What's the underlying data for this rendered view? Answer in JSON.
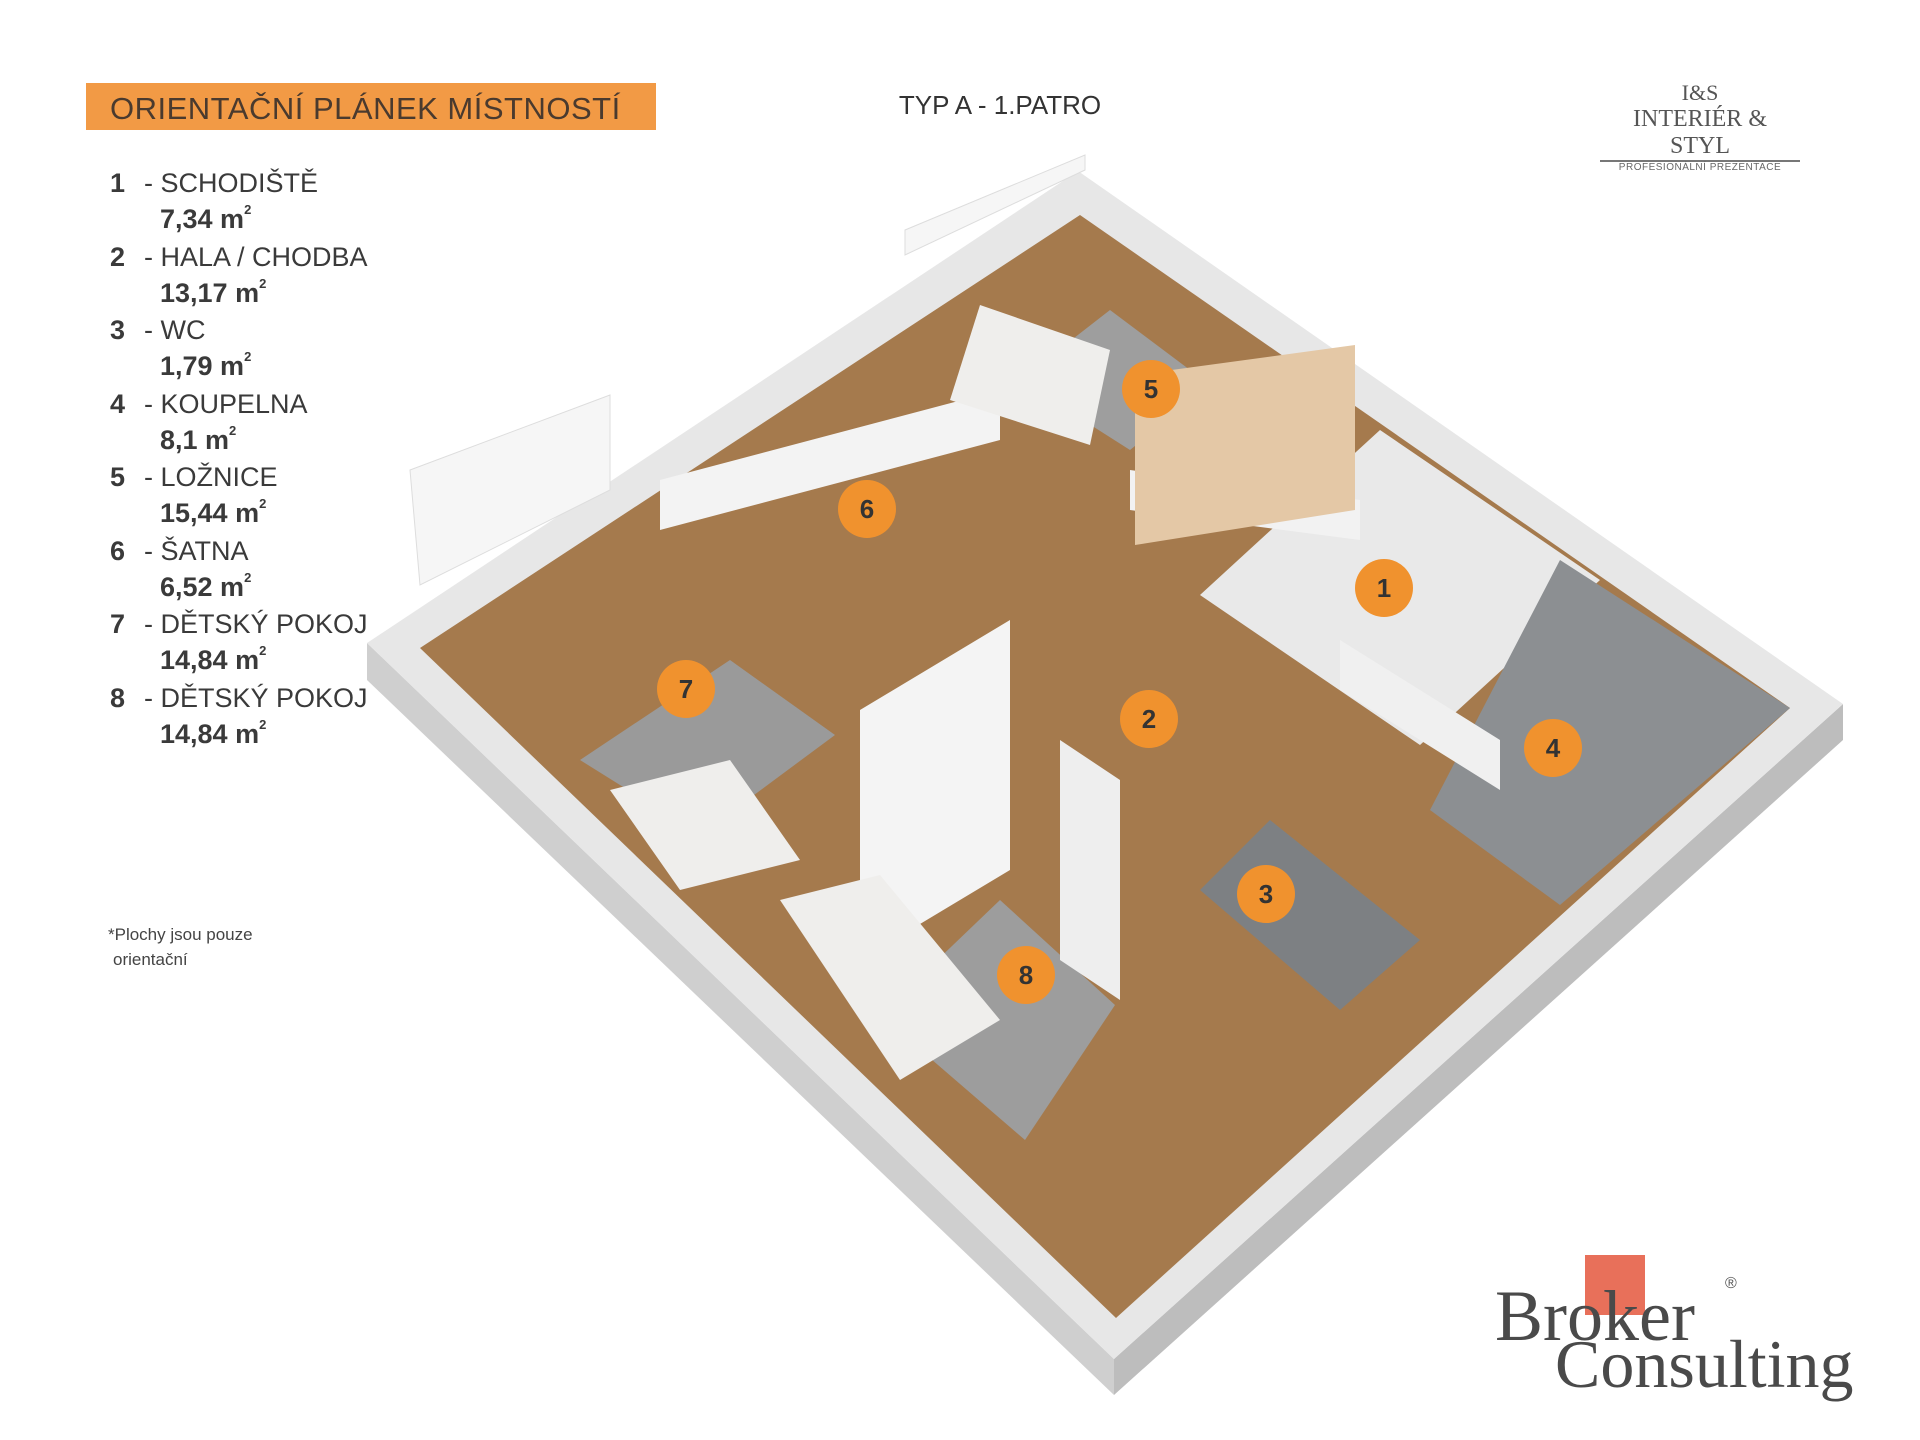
{
  "header": {
    "title": "ORIENTAČNÍ PLÁNEK MÍSTNOSTÍ",
    "subtitle": "TYP A - 1.PATRO"
  },
  "rooms": [
    {
      "number": "1",
      "name": "- SCHODIŠTĚ",
      "area": "7,34 m",
      "unit_sup": "2"
    },
    {
      "number": "2",
      "name": "- HALA / CHODBA",
      "area": "13,17 m",
      "unit_sup": "2"
    },
    {
      "number": "3",
      "name": "- WC",
      "area": "1,79 m",
      "unit_sup": "2"
    },
    {
      "number": "4",
      "name": "- KOUPELNA",
      "area": "8,1 m",
      "unit_sup": "2"
    },
    {
      "number": "5",
      "name": "- LOŽNICE",
      "area": "15,44 m",
      "unit_sup": "2"
    },
    {
      "number": "6",
      "name": "- ŠATNA",
      "area": "6,52 m",
      "unit_sup": "2"
    },
    {
      "number": "7",
      "name": "- DĚTSKÝ POKOJ",
      "area": "14,84 m",
      "unit_sup": "2"
    },
    {
      "number": "8",
      "name": "- DĚTSKÝ POKOJ",
      "area": "14,84 m",
      "unit_sup": "2"
    }
  ],
  "note": {
    "line1": "*Plochy jsou pouze",
    "line2": "orientační"
  },
  "logo_interier": {
    "monogram": "I&S",
    "name": "INTERIÉR & STYL",
    "tagline": "PROFESIONÁLNÍ PREZENTACE"
  },
  "logo_broker": {
    "line1": "Broker",
    "line2": "Consulting",
    "reg": "®"
  },
  "colors": {
    "accent": "#f29a45",
    "badge": "#f0922e",
    "wood": "#a57a4d",
    "wall": "#e4e4e4"
  }
}
